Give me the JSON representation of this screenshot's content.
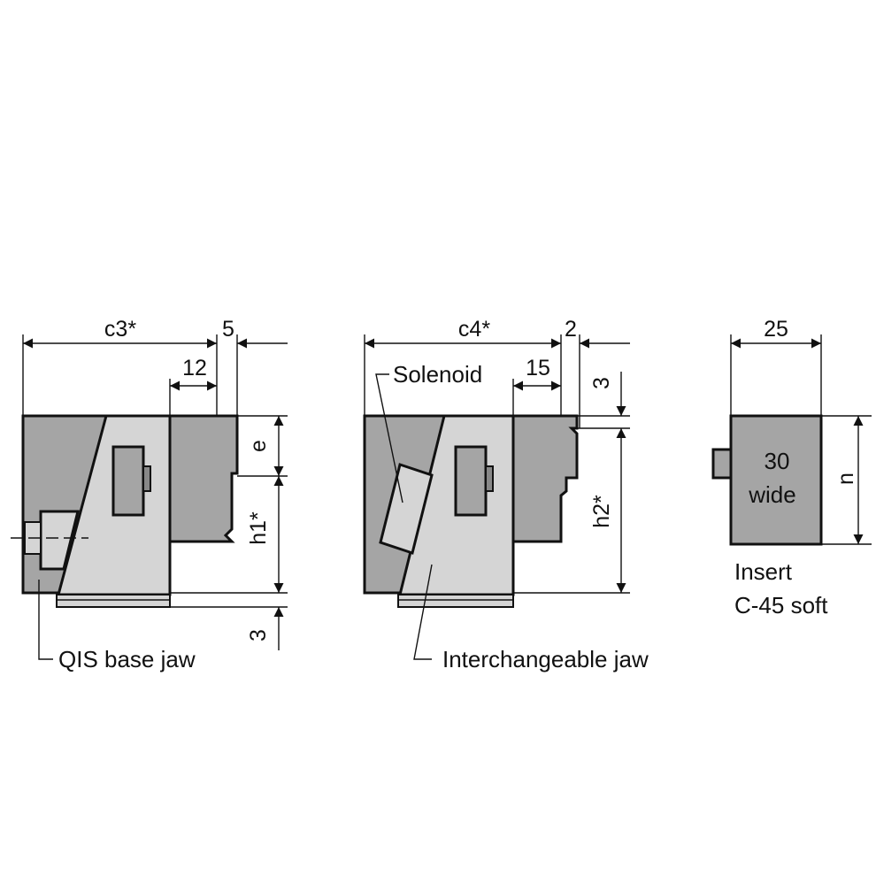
{
  "left_view": {
    "dim_c3": "c3*",
    "dim_5": "5",
    "dim_12": "12",
    "dim_e": "e",
    "dim_h1": "h1*",
    "dim_3": "3",
    "label": "QIS base jaw"
  },
  "middle_view": {
    "dim_c4": "c4*",
    "dim_2": "2",
    "dim_15": "15",
    "dim_3": "3",
    "dim_h2": "h2*",
    "label_solenoid": "Solenoid",
    "label": "Interchangeable jaw"
  },
  "right_view": {
    "dim_25": "25",
    "dim_n": "n",
    "insert_line1": "30",
    "insert_line2": "wide",
    "label_line1": "Insert",
    "label_line2": "C-45 soft"
  },
  "colors": {
    "dark_fill": "#a5a5a5",
    "light_fill": "#d5d5d5",
    "line": "#111111"
  }
}
